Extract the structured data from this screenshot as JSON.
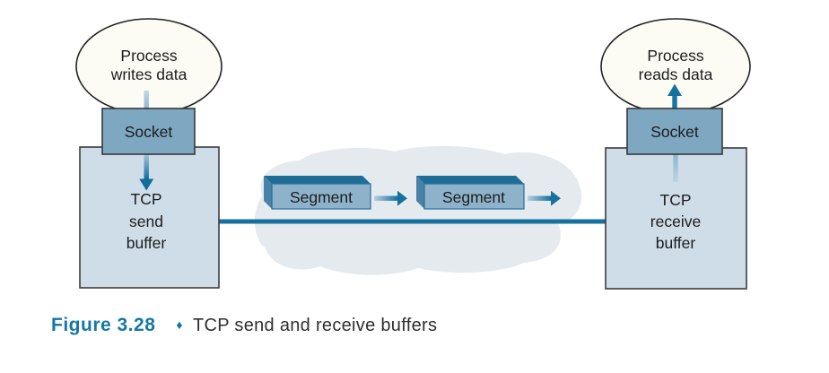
{
  "nodes": {
    "sender": {
      "process": {
        "line1": "Process",
        "line2": "writes data"
      },
      "socket_label": "Socket",
      "buffer": {
        "line1": "TCP",
        "line2": "send",
        "line3": "buffer"
      }
    },
    "receiver": {
      "process": {
        "line1": "Process",
        "line2": "reads data"
      },
      "socket_label": "Socket",
      "buffer": {
        "line1": "TCP",
        "line2": "receive",
        "line3": "buffer"
      }
    },
    "network": {
      "segments": [
        {
          "label": "Segment"
        },
        {
          "label": "Segment"
        }
      ]
    }
  },
  "caption": {
    "figure": "Figure 3.28",
    "bullet": "♦",
    "title": "TCP send and receive buffers"
  },
  "colors": {
    "accent_dark_blue": "#16719e",
    "socket_fill": "#7ea7c2",
    "buffer_fill": "#cfdde8",
    "segment_face": "#8db2ca",
    "segment_top": "#1d6d96",
    "segment_side": "#4b81a6",
    "cloud_fill": "#e5eaee",
    "ellipse_fill": "#fcfcf4",
    "light_flow_blue": "#9dc0d7",
    "caption_accent": "#1478a6",
    "caption_text": "#2f2f2f",
    "outline": "#3c3c3c"
  }
}
